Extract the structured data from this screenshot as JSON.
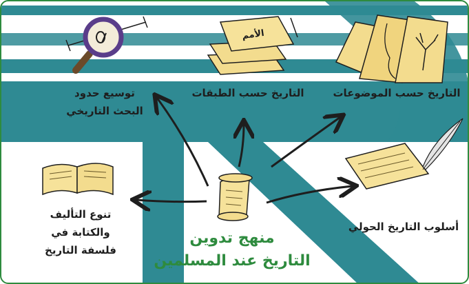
{
  "center": {
    "line1": "منهج تدوين",
    "line2": "التاريخ عند المسلمين"
  },
  "branches": {
    "expand_research": {
      "line1": "توسيع حدود",
      "line2": "البحث التاريخي"
    },
    "by_classes": {
      "label": "التاريخ حسب الطبقات",
      "paper_text": "الأمم"
    },
    "by_topics": {
      "label": "التاريخ حسب الموضوعات"
    },
    "annalistic": {
      "label": "أسلوب التاريخ الحولي"
    },
    "diversity": {
      "line1": "تنوع التأليف",
      "line2": "والكتابة في",
      "line3": "فلسفة التاريخ"
    }
  },
  "colors": {
    "accent_green": "#2e8b3e",
    "watermark": "#2f8a93",
    "paper": "#f3dc8e",
    "ink": "#1e1e1e"
  }
}
